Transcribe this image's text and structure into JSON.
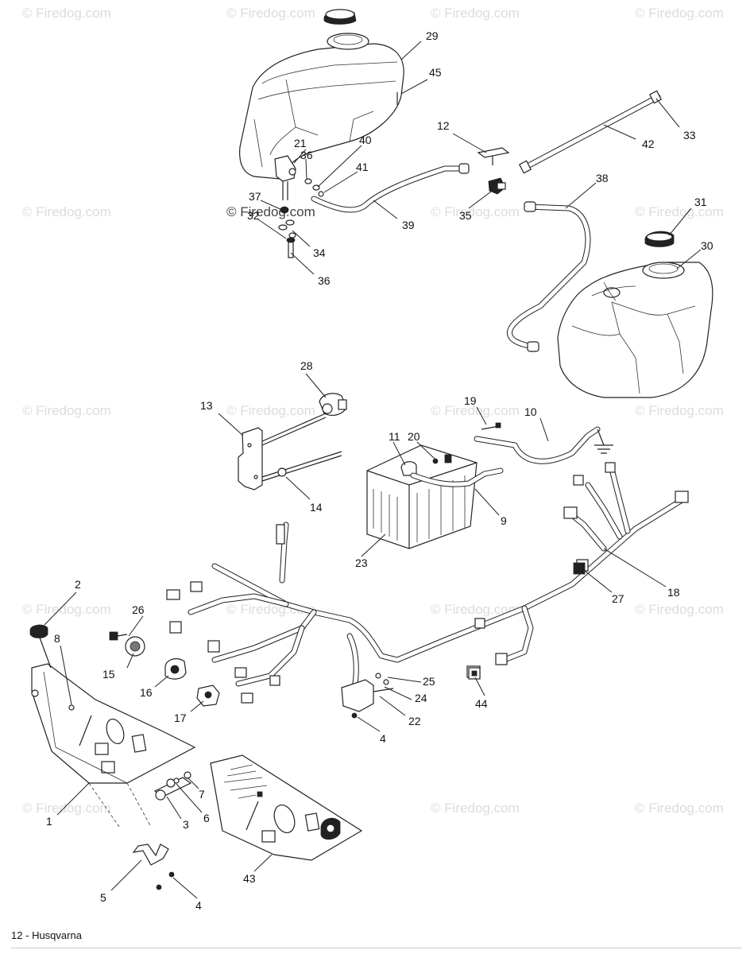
{
  "watermark": "© Firedog.com",
  "callouts": {
    "c1": "1",
    "c2": "2",
    "c3": "3",
    "c4a": "4",
    "c4b": "4",
    "c5": "5",
    "c6": "6",
    "c7": "7",
    "c8": "8",
    "c9": "9",
    "c10": "10",
    "c11": "11",
    "c12": "12",
    "c13": "13",
    "c14": "14",
    "c15": "15",
    "c16": "16",
    "c17": "17",
    "c18": "18",
    "c19": "19",
    "c20": "20",
    "c21": "21",
    "c22": "22",
    "c23": "23",
    "c24": "24",
    "c25": "25",
    "c26": "26",
    "c27": "27",
    "c28": "28",
    "c29": "29",
    "c30": "30",
    "c31": "31",
    "c32": "32",
    "c33": "33",
    "c34": "34",
    "c35": "35",
    "c36a": "36",
    "c36b": "36",
    "c37": "37",
    "c38": "38",
    "c39": "39",
    "c40": "40",
    "c41": "41",
    "c42": "42",
    "c43": "43",
    "c44": "44",
    "c45": "45"
  },
  "footer": {
    "page_number": "12",
    "separator": "-",
    "brand": "Husqvarna"
  }
}
